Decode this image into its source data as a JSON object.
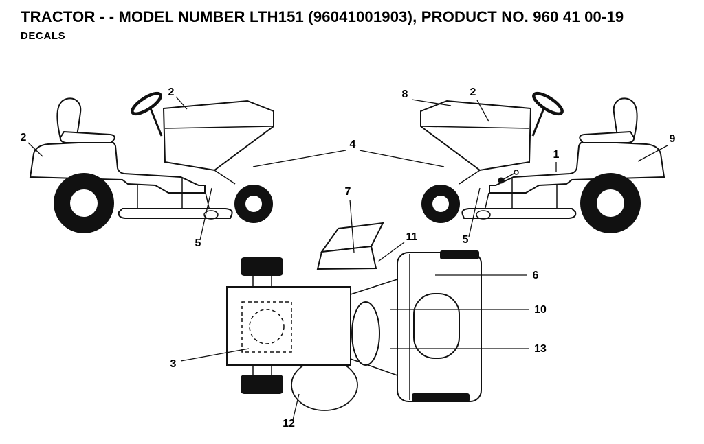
{
  "header": {
    "title": "TRACTOR - - MODEL NUMBER LTH151 (96041001903), PRODUCT NO. 960 41 00-19",
    "subtitle": "DECALS"
  },
  "callouts": {
    "labels": [
      "2",
      "2",
      "4",
      "5",
      "8",
      "2",
      "1",
      "9",
      "5",
      "7",
      "11",
      "6",
      "10",
      "13",
      "3",
      "12"
    ]
  }
}
